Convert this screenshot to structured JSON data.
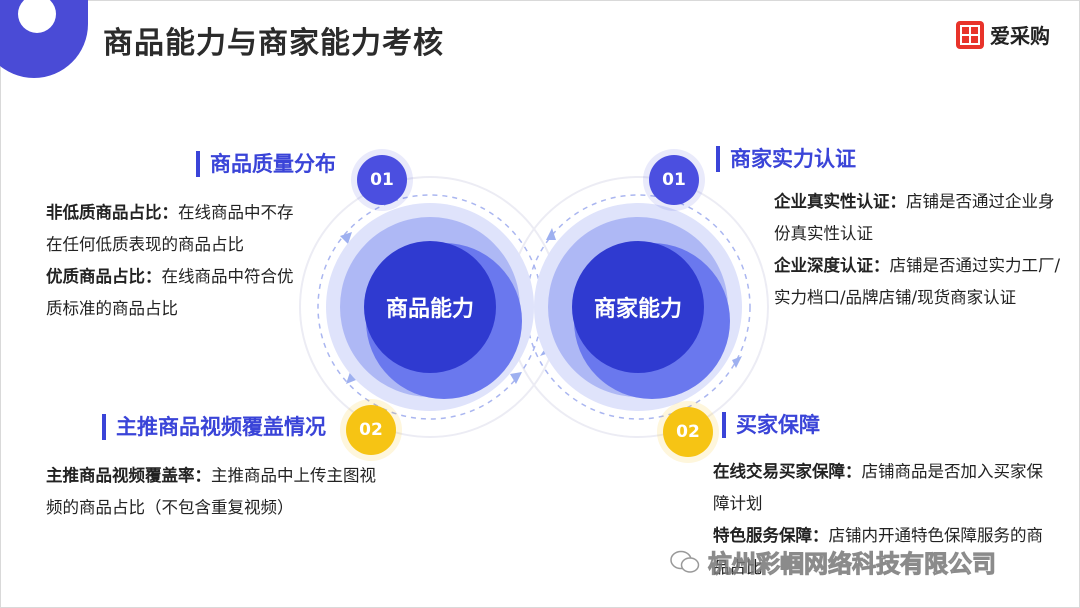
{
  "title": "商品能力与商家能力考核",
  "logo": {
    "text": "爱采购",
    "brand_color": "#e8332a"
  },
  "accent_color": "#3a44d8",
  "left": {
    "core_label": "商品能力",
    "sections": [
      {
        "badge": "01",
        "heading": "商品质量分布",
        "items": [
          {
            "term": "非低质商品占比：",
            "text": "在线商品中不存在任何低质表现的商品占比"
          },
          {
            "term": "优质商品占比：",
            "text": "在线商品中符合优质标准的商品占比"
          }
        ]
      },
      {
        "badge": "02",
        "heading": "主推商品视频覆盖情况",
        "items": [
          {
            "term": "主推商品视频覆盖率：",
            "text": "主推商品中上传主图视频的商品占比（不包含重复视频）"
          }
        ]
      }
    ]
  },
  "right": {
    "core_label": "商家能力",
    "sections": [
      {
        "badge": "01",
        "heading": "商家实力认证",
        "items": [
          {
            "term": "企业真实性认证：",
            "text": "店铺是否通过企业身份真实性认证"
          },
          {
            "term": "企业深度认证：",
            "text": "店铺是否通过实力工厂/实力档口/品牌店铺/现货商家认证"
          }
        ]
      },
      {
        "badge": "02",
        "heading": "买家保障",
        "items": [
          {
            "term": "在线交易买家保障：",
            "text": "店铺商品是否加入买家保障计划"
          },
          {
            "term": "特色服务保障：",
            "text": "店铺内开通特色保障服务的商品占比"
          }
        ]
      }
    ]
  },
  "watermark": "杭州彩帼网络科技有限公司"
}
